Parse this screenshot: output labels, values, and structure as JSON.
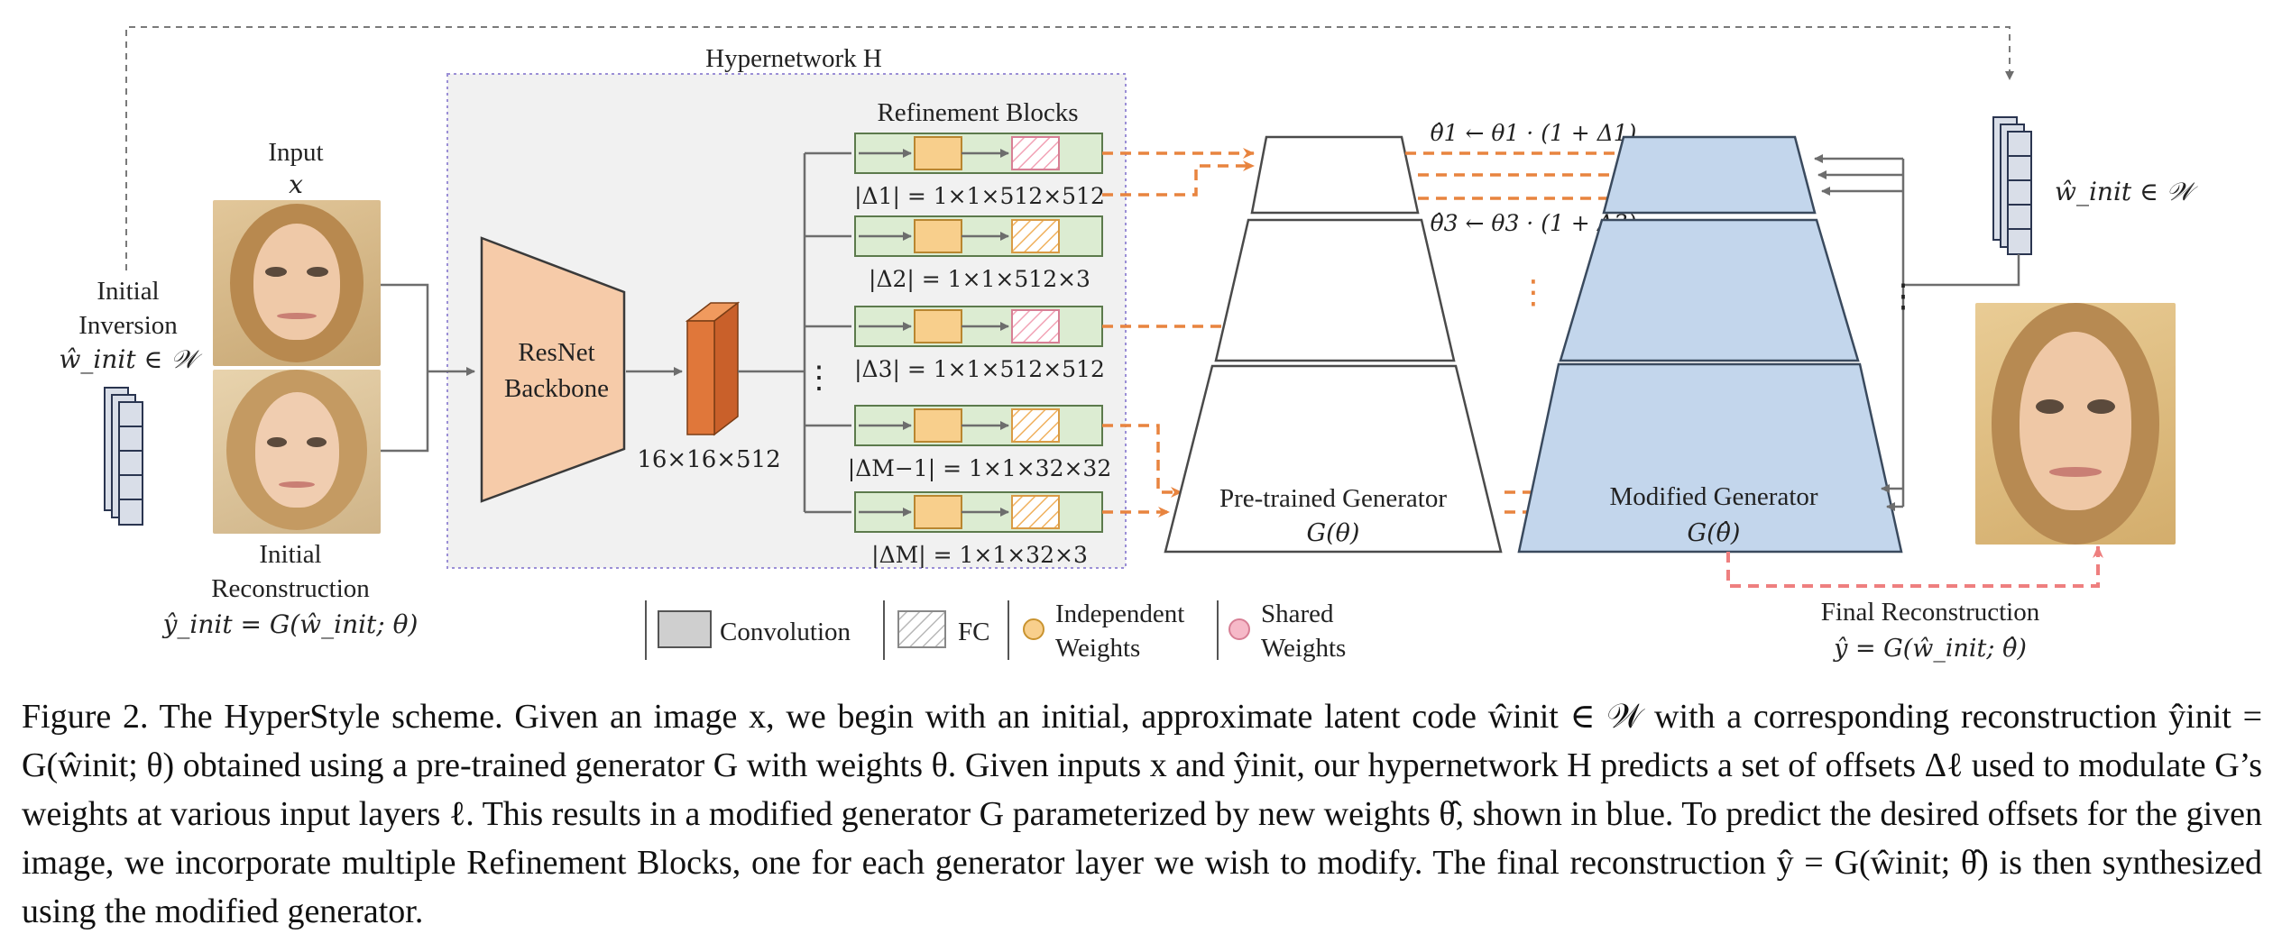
{
  "diagram": {
    "hypernetwork_label": "Hypernetwork H",
    "input_label": "Input",
    "input_var": "x",
    "initial_inversion_lines": [
      "Initial",
      "Inversion"
    ],
    "initial_inversion_math": "ŵ_init ∈ 𝒲",
    "initial_reconstruction_lines": [
      "Initial",
      "Reconstruction"
    ],
    "initial_reconstruction_math": "ŷ_init = G(ŵ_init; θ)",
    "backbone_lines": [
      "ResNet",
      "Backbone"
    ],
    "feature_size": "16×16×512",
    "refinement_title": "Refinement Blocks",
    "blocks": [
      {
        "dim": "|Δ1| = 1×1×512×512",
        "fc": "shared"
      },
      {
        "dim": "|Δ2| = 1×1×512×3",
        "fc": "independent"
      },
      {
        "dim": "|Δ3| = 1×1×512×512",
        "fc": "shared"
      },
      {
        "dim": "|ΔM−1| = 1×1×32×32",
        "fc": "independent"
      },
      {
        "dim": "|ΔM| = 1×1×32×3",
        "fc": "independent"
      }
    ],
    "update_eq_1": "θ̂1 ← θ1 · (1 + Δ1)",
    "update_eq_3": "θ̂3 ← θ3 · (1 + Δ3)",
    "pretrained_label": "Pre-trained Generator",
    "pretrained_math": "G(θ)",
    "modified_label": "Modified Generator",
    "modified_math": "G(θ̂)",
    "w_init_math": "ŵ_init ∈ 𝒲",
    "final_label": "Final Reconstruction",
    "final_math": "ŷ = G(ŵ_init; θ̂)",
    "legend": {
      "convolution": "Convolution",
      "fc": "FC",
      "independent_lines": [
        "Independent",
        "Weights"
      ],
      "shared_lines": [
        "Shared",
        "Weights"
      ]
    },
    "colors": {
      "backbone": "#f6cba9",
      "feature_block": "#e0773a",
      "block_bg": "#dcecd2",
      "independent": "#f8cf8c",
      "shared": "#f6b9c8",
      "modified": "#c3d6ec",
      "orange_arrow": "#e8843f",
      "red_arrow": "#ee7f7f",
      "gray": "#6d6d6d"
    }
  },
  "caption": "Figure 2. The HyperStyle scheme. Given an image x, we begin with an initial, approximate latent code ŵinit ∈ 𝒲 with a corresponding reconstruction ŷinit = G(ŵinit; θ) obtained using a pre-trained generator G with weights θ. Given inputs x and ŷinit, our hypernetwork H predicts a set of offsets Δℓ used to modulate G’s weights at various input layers ℓ. This results in a modified generator G parameterized by new weights θ̂, shown in blue. To predict the desired offsets for the given image, we incorporate multiple Refinement Blocks, one for each generator layer we wish to modify. The final reconstruction ŷ = G(ŵinit; θ̂) is then synthesized using the modified generator."
}
